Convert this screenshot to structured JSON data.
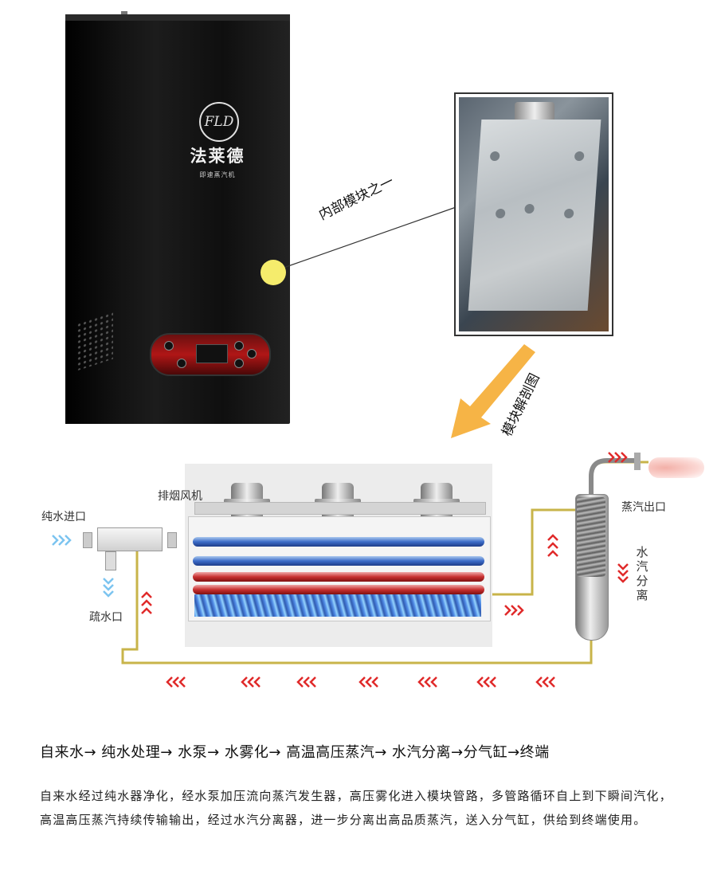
{
  "machine": {
    "logo_text": "FLD",
    "brand": "法莱德",
    "subtitle": "即速蒸汽机"
  },
  "callout": {
    "label": "内部模块之一"
  },
  "arrow": {
    "label": "模块解剖图"
  },
  "diagram": {
    "labels": {
      "exhaust_fan": "排烟风机",
      "pure_water_inlet": "纯水进口",
      "drain_outlet": "疏水口",
      "steam_outlet": "蒸汽出口",
      "separation": "水汽分离"
    }
  },
  "text": {
    "flow": "自来水→ 纯水处理→ 水泵→ 水雾化→ 高温高压蒸汽→ 水汽分离→分气缸→终端",
    "description": "自来水经过纯水器净化，经水泵加压流向蒸汽发生器，高压雾化进入模块管路，多管路循环自上到下瞬间汽化，高温高压蒸汽持续传输输出，经过水汽分离器，进一步分离出高品质蒸汽，送入分气缸，供给到终端使用。"
  },
  "colors": {
    "callout_dot": "#f5ec6c",
    "arrow": "#f6b446",
    "pipe": "#c8b44a",
    "flow_arrows": "#e02a2a",
    "water_arrows": "#7cc4f0"
  }
}
